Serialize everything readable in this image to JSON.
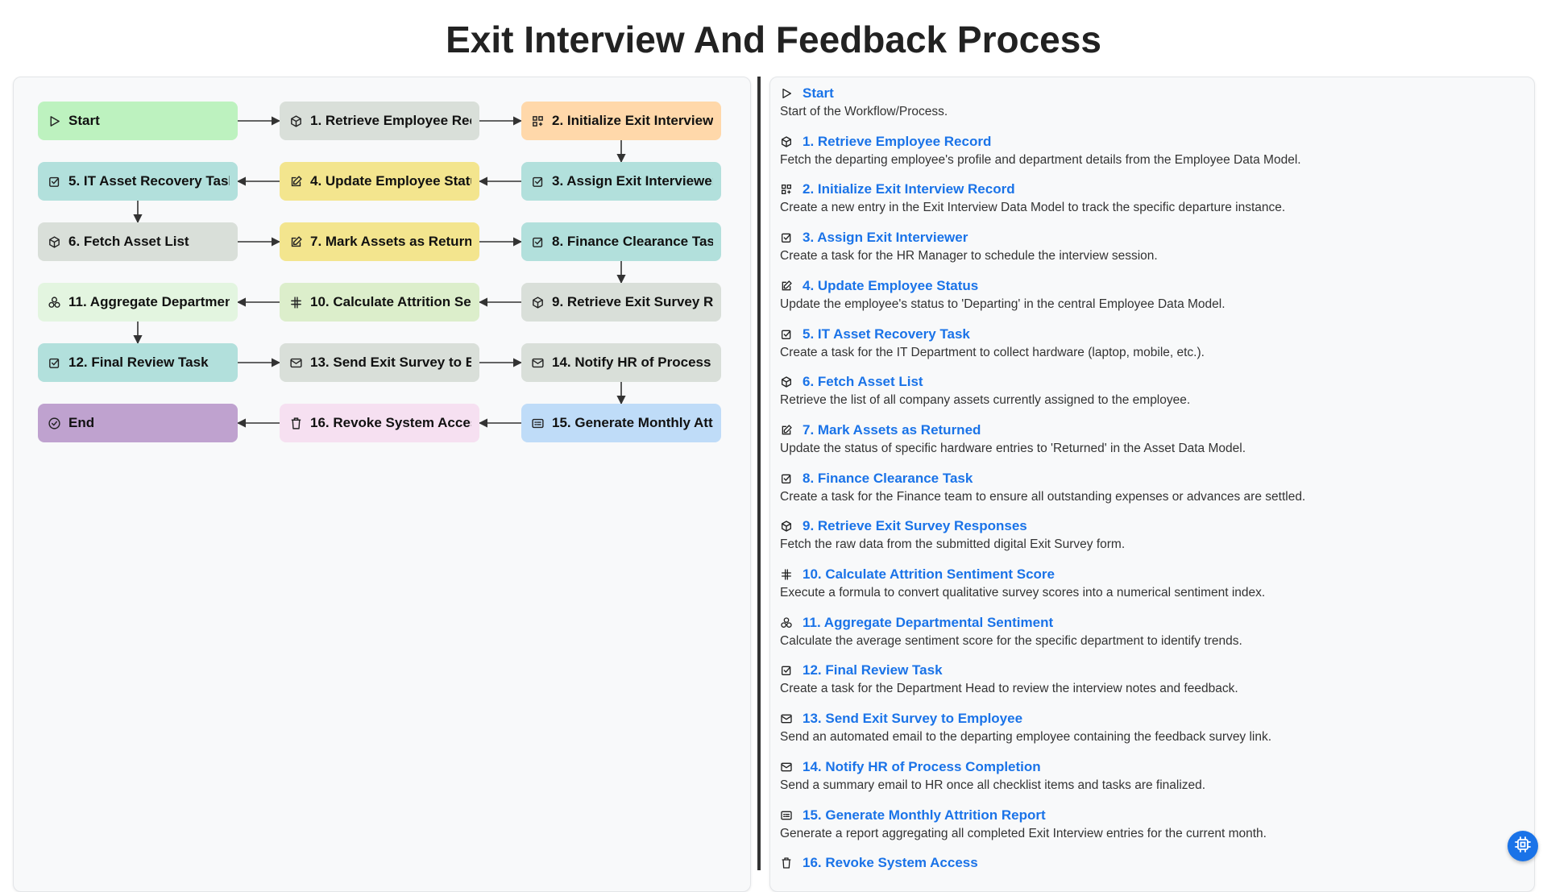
{
  "page": {
    "title": "Exit Interview And Feedback Process"
  },
  "colors": {
    "start": "#bdf2bf",
    "gray": "#d9dfd9",
    "orange": "#ffd8aa",
    "teal": "#b2e0dc",
    "yellow": "#f3e58e",
    "lightgreen": "#e3f5e0",
    "olive": "#dceecb",
    "purple": "#bfa2cf",
    "pink": "#f6e0f1",
    "blue": "#bfdcf8",
    "accent": "#1a73e8"
  },
  "nodes": [
    {
      "id": "start",
      "label": "Start",
      "icon": "play-icon",
      "color": "start"
    },
    {
      "id": "n1",
      "label": "1. Retrieve Employee Reco",
      "icon": "cube-icon",
      "color": "gray"
    },
    {
      "id": "n2",
      "label": "2. Initialize Exit Interview R",
      "icon": "grid-plus-icon",
      "color": "orange"
    },
    {
      "id": "n5",
      "label": "5. IT Asset Recovery Task",
      "icon": "checkbox-icon",
      "color": "teal"
    },
    {
      "id": "n4",
      "label": "4. Update Employee Status",
      "icon": "edit-icon",
      "color": "yellow"
    },
    {
      "id": "n3",
      "label": "3. Assign Exit Interviewer",
      "icon": "checkbox-icon",
      "color": "teal"
    },
    {
      "id": "n6",
      "label": "6. Fetch Asset List",
      "icon": "cube-icon",
      "color": "gray"
    },
    {
      "id": "n7",
      "label": "7. Mark Assets as Returnec",
      "icon": "edit-icon",
      "color": "yellow"
    },
    {
      "id": "n8",
      "label": "8. Finance Clearance Task",
      "icon": "checkbox-icon",
      "color": "teal"
    },
    {
      "id": "n11",
      "label": "11. Aggregate Departmenta",
      "icon": "cluster-icon",
      "color": "lightgreen"
    },
    {
      "id": "n10",
      "label": "10. Calculate Attrition Senti",
      "icon": "hash-icon",
      "color": "olive"
    },
    {
      "id": "n9",
      "label": "9. Retrieve Exit Survey Res",
      "icon": "cube-icon",
      "color": "gray"
    },
    {
      "id": "n12",
      "label": "12. Final Review Task",
      "icon": "checkbox-icon",
      "color": "teal"
    },
    {
      "id": "n13",
      "label": "13. Send Exit Survey to Em",
      "icon": "mail-icon",
      "color": "gray"
    },
    {
      "id": "n14",
      "label": "14. Notify HR of Process Co",
      "icon": "mail-icon",
      "color": "gray"
    },
    {
      "id": "end",
      "label": "End",
      "icon": "check-circle-icon",
      "color": "purple"
    },
    {
      "id": "n16",
      "label": "16. Revoke System Access",
      "icon": "trash-icon",
      "color": "pink"
    },
    {
      "id": "n15",
      "label": "15. Generate Monthly Attrit",
      "icon": "report-icon",
      "color": "blue"
    }
  ],
  "steps": [
    {
      "title": "Start",
      "icon": "play-icon",
      "description": "Start of the Workflow/Process."
    },
    {
      "title": "1. Retrieve Employee Record",
      "icon": "cube-icon",
      "description": "Fetch the departing employee's profile and department details from the Employee Data Model."
    },
    {
      "title": "2. Initialize Exit Interview Record",
      "icon": "grid-plus-icon",
      "description": "Create a new entry in the Exit Interview Data Model to track the specific departure instance."
    },
    {
      "title": "3. Assign Exit Interviewer",
      "icon": "checkbox-icon",
      "description": "Create a task for the HR Manager to schedule the interview session."
    },
    {
      "title": "4. Update Employee Status",
      "icon": "edit-icon",
      "description": "Update the employee's status to 'Departing' in the central Employee Data Model."
    },
    {
      "title": "5. IT Asset Recovery Task",
      "icon": "checkbox-icon",
      "description": "Create a task for the IT Department to collect hardware (laptop, mobile, etc.)."
    },
    {
      "title": "6. Fetch Asset List",
      "icon": "cube-icon",
      "description": "Retrieve the list of all company assets currently assigned to the employee."
    },
    {
      "title": "7. Mark Assets as Returned",
      "icon": "edit-icon",
      "description": "Update the status of specific hardware entries to 'Returned' in the Asset Data Model."
    },
    {
      "title": "8. Finance Clearance Task",
      "icon": "checkbox-icon",
      "description": "Create a task for the Finance team to ensure all outstanding expenses or advances are settled."
    },
    {
      "title": "9. Retrieve Exit Survey Responses",
      "icon": "cube-icon",
      "description": "Fetch the raw data from the submitted digital Exit Survey form."
    },
    {
      "title": "10. Calculate Attrition Sentiment Score",
      "icon": "hash-icon",
      "description": "Execute a formula to convert qualitative survey scores into a numerical sentiment index."
    },
    {
      "title": "11. Aggregate Departmental Sentiment",
      "icon": "cluster-icon",
      "description": "Calculate the average sentiment score for the specific department to identify trends."
    },
    {
      "title": "12. Final Review Task",
      "icon": "checkbox-icon",
      "description": "Create a task for the Department Head to review the interview notes and feedback."
    },
    {
      "title": "13. Send Exit Survey to Employee",
      "icon": "mail-icon",
      "description": "Send an automated email to the departing employee containing the feedback survey link."
    },
    {
      "title": "14. Notify HR of Process Completion",
      "icon": "mail-icon",
      "description": "Send a summary email to HR once all checklist items and tasks are finalized."
    },
    {
      "title": "15. Generate Monthly Attrition Report",
      "icon": "report-icon",
      "description": "Generate a report aggregating all completed Exit Interview entries for the current month."
    },
    {
      "title": "16. Revoke System Access",
      "icon": "trash-icon",
      "description": ""
    }
  ],
  "fab": {
    "icon": "chip-icon"
  }
}
